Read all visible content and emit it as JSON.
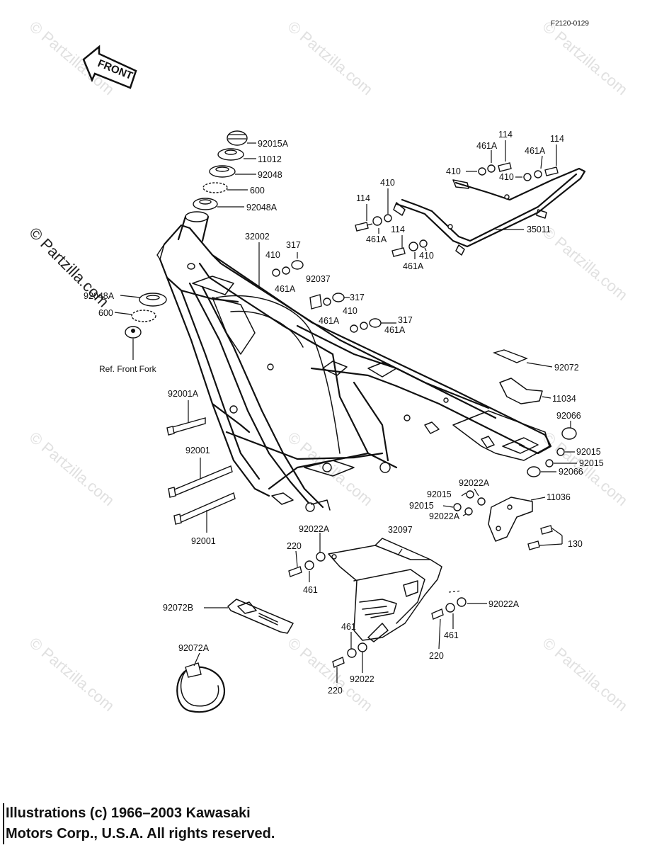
{
  "figure_code": "F2120-0129",
  "front_label": "FRONT",
  "watermark_small": "© Partzilla.com",
  "watermark_large": "© Partzilla.com",
  "ref_note": "Ref.  Front Fork",
  "labels": {
    "p92015A": "92015A",
    "p11012": "11012",
    "p92048": "92048",
    "p600_top": "600",
    "p92048A_top": "92048A",
    "p32002": "32002",
    "p410_a": "410",
    "p317_a": "317",
    "p461A_a": "461A",
    "p92037": "92037",
    "p317_b": "317",
    "p461A_b": "461A",
    "p410_b": "410",
    "p317_c": "317",
    "p461A_c": "461A",
    "p92048A_left": "92048A",
    "p600_left": "600",
    "p114_a": "114",
    "p461A_d": "461A",
    "p410_c": "410",
    "p114_b": "114",
    "p461A_e": "461A",
    "p410_d": "410",
    "p114_c": "114",
    "p410_e": "410",
    "p461A_f": "461A",
    "p114_d": "114",
    "p410_f": "410",
    "p461A_g": "461A",
    "p35011": "35011",
    "p92072": "92072",
    "p11034": "11034",
    "p92066_a": "92066",
    "p92015_a": "92015",
    "p92015_b": "92015",
    "p92066_b": "92066",
    "p92001A": "92001A",
    "p92001_a": "92001",
    "p92001_b": "92001",
    "p92022A_a": "92022A",
    "p92015_c": "92015",
    "p11036": "11036",
    "p92015_d": "92015",
    "p92022A_b": "92022A",
    "p130": "130",
    "p92022A_c": "92022A",
    "p32097": "32097",
    "p220_a": "220",
    "p461_a": "461",
    "p92072B": "92072B",
    "p92022A_d": "92022A",
    "p461_b": "461",
    "p220_b": "220",
    "p461_c": "461",
    "p92022": "92022",
    "p220_c": "220",
    "p92072A": "92072A"
  },
  "copyright_line1": "Illustrations (c) 1966–2003 Kawasaki",
  "copyright_line2": "Motors Corp., U.S.A.  All rights reserved."
}
